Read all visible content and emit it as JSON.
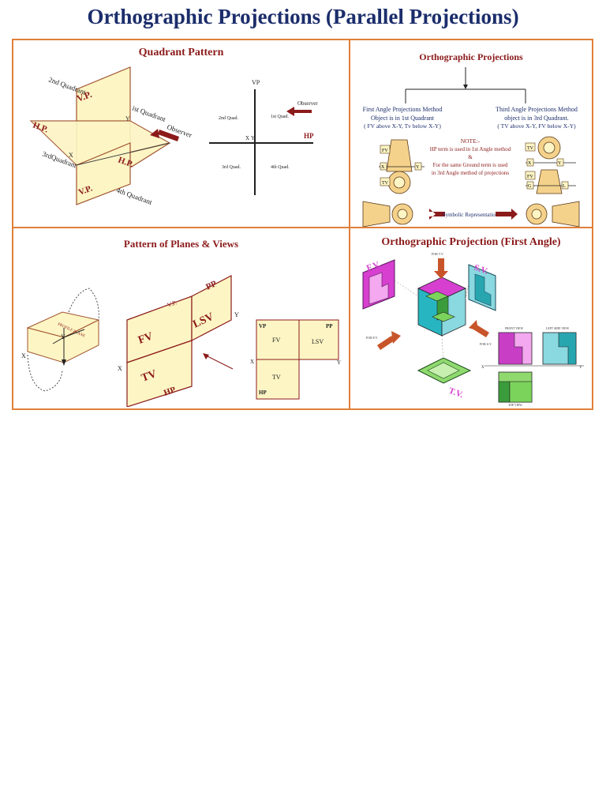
{
  "title": "Orthographic Projections (Parallel Projections)",
  "colors": {
    "border": "#e07f39",
    "title": "#1b2d6b",
    "panel_title": "#8b1a1a",
    "plane_fill": "#fdf5c4",
    "plane_stroke": "#a0522d"
  },
  "quadrant": {
    "title": "Quadrant Pattern",
    "q2": "2nd Quadrant",
    "q1": "ist Quadrant",
    "q3": "3rdQuadrant",
    "q4": "4th Quadrant",
    "vp": "V.P.",
    "hp": "H.P.",
    "hp2": "H.P.",
    "vp2": "V.P.",
    "observer_iso": "Observer",
    "x": "X",
    "y": "Y",
    "axis_vp": "VP",
    "axis_hp": "HP",
    "axis_x": "X",
    "axis_y": "Y",
    "quad2": "2nd Quad.",
    "quad1": "1st Quad.",
    "quad3": "3rd Quad.",
    "quad4": "4th Quad.",
    "observer": "Observer"
  },
  "ortho": {
    "title": "Orthographic Projections",
    "first_line1": "First Angle Projections Method",
    "first_line2": "Object is in 1st Quadrant",
    "first_line3": "( FV above X-Y,  Tv below X-Y)",
    "third_line1": "Third Angle Projections Method",
    "third_line2": "object is in 3rd Quadrant.",
    "third_line3": "( TV above X-Y,  FV below X-Y)",
    "note1": "NOTE:-",
    "note2": "HP term is used in 1st Angle method",
    "note3": "&",
    "note4": "For the same Ground term is used",
    "note5": "in 3rd Angle method of projections",
    "symbolic": "Symbolic Representation",
    "fv": "FV",
    "tv": "TV",
    "x": "X",
    "y": "Y",
    "g": "G",
    "l": "L"
  },
  "planes": {
    "title": "Pattern of Planes & Views",
    "fv": "FV",
    "lsv": "LSV",
    "tv": "TV",
    "hp": "HP",
    "vp": "V.P.",
    "pp": "PP",
    "x": "X",
    "y": "Y",
    "profile": "PROFILE PLANE",
    "box_vp": "VP",
    "box_pp": "PP",
    "box_fv": "FV",
    "box_lsv": "LSV",
    "box_tv": "TV",
    "box_hp": "HP",
    "box_x": "X",
    "box_y": "Y"
  },
  "first_angle": {
    "title": "Orthographic Projection (First Angle)",
    "fv": "F.V.",
    "sv": "S.V.",
    "tv": "T.V.",
    "front_view": "FRONT VIEW",
    "left_side_view": "LEFT SIDE VIEW",
    "top_view": "TOP VIEW",
    "for_tv": "FOR T.V.",
    "for_fv": "FOR F.V.",
    "for_sv": "FOR S.V.",
    "x": "X",
    "y": "Y"
  }
}
